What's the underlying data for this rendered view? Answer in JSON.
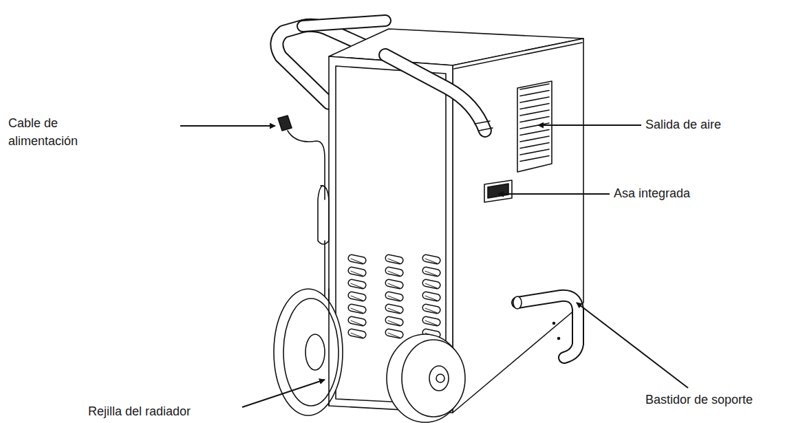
{
  "diagram": {
    "labels": [
      "Cable de alimentación",
      "Salida de aire",
      "Asa integrada",
      "Rejilla del radiador",
      "Bastidor de soporte"
    ]
  }
}
